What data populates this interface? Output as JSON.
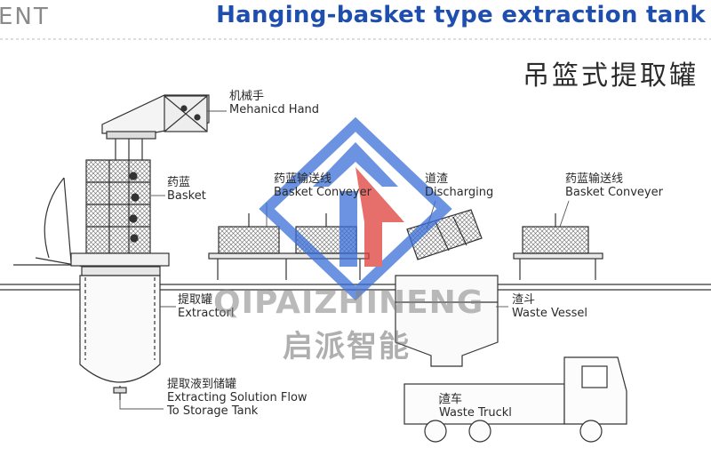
{
  "header": {
    "left_fragment": "ENT",
    "title": "Hanging-basket type extraction tank",
    "title_cn": "吊篮式提取罐"
  },
  "labels": {
    "hand": {
      "cn": "机械手",
      "en": "Mehanicd Hand"
    },
    "basket": {
      "cn": "药蓝",
      "en": "Basket"
    },
    "conveyer_1": {
      "cn": "药蓝输送线",
      "en": "Basket Conveyer"
    },
    "discharging": {
      "cn": "道渣",
      "en": "Discharging"
    },
    "conveyer_2": {
      "cn": "药蓝输送线",
      "en": "Basket Conveyer"
    },
    "extractor": {
      "cn": "提取罐",
      "en": "Extractorl"
    },
    "waste_vessel": {
      "cn": "渣斗",
      "en": "Waste Vessel"
    },
    "solution_flow": {
      "cn": "提取液到储罐",
      "en1": "Extracting Solution Flow",
      "en2": "To Storage Tank"
    },
    "waste_truck": {
      "cn": "渣车",
      "en": "Waste Truckl"
    }
  },
  "watermark": {
    "text": "QIPAIZHINENG",
    "text_cn": "启派智能",
    "colors": {
      "blue": "#3a6fd8",
      "red": "#e0403a"
    }
  },
  "colors": {
    "title": "#1f4fae",
    "line": "#333333"
  }
}
